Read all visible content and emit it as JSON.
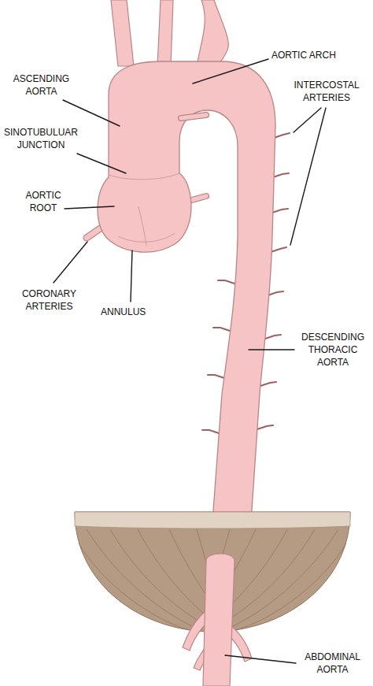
{
  "diagram": {
    "labels": [
      "ASCENDING AORTA",
      "AORTIC ARCH",
      "SINOTUBULUAR JUNCTION",
      "INTERCOSTAL ARTERIES",
      "AORTIC ROOT",
      "CORONARY ARTERIES",
      "ANNULUS",
      "DESCENDING THORACIC AORTA",
      "ABDOMINAL AORTA"
    ]
  }
}
